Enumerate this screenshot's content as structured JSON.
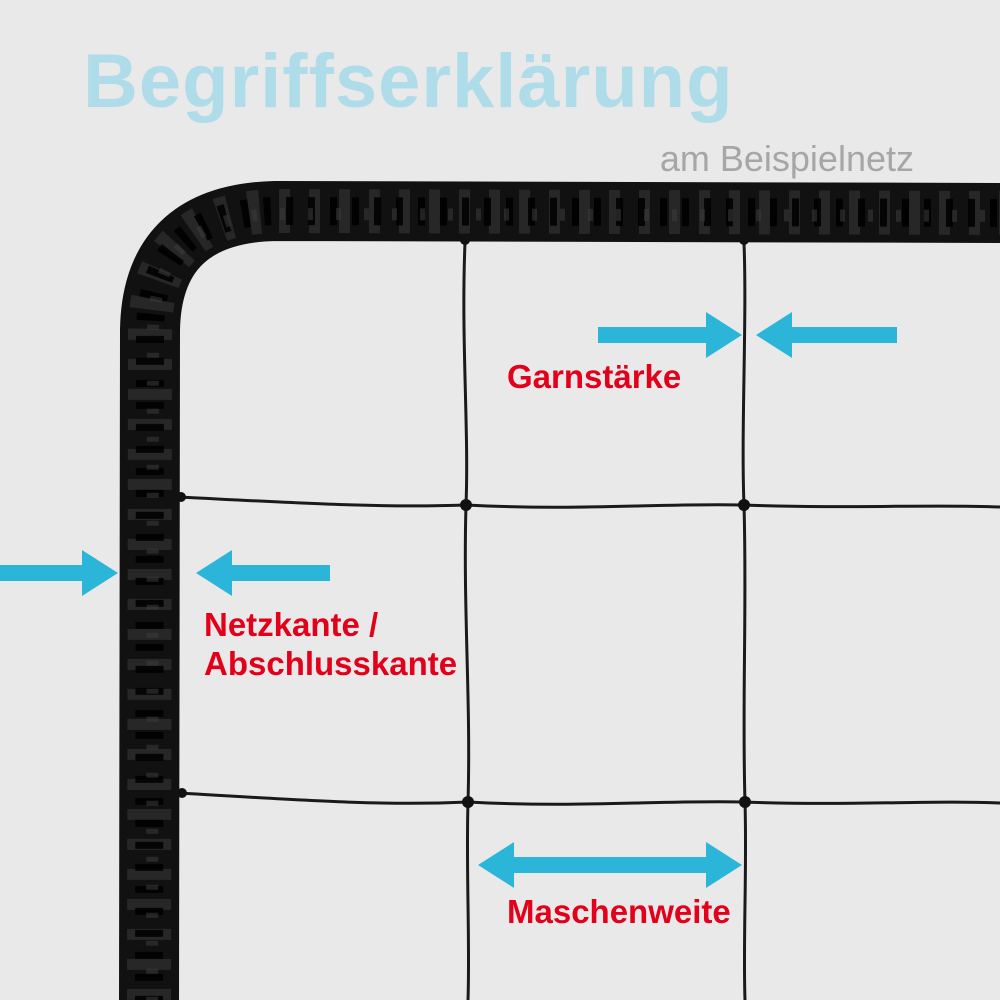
{
  "header": {
    "title": "Begriffserklärung",
    "subtitle": "am Beispielnetz"
  },
  "labels": {
    "garnstaerke": "Garnstärke",
    "netzkante": "Netzkante /\nAbschlusskante",
    "maschenweite": "Maschenweite"
  },
  "colors": {
    "accent": "#2bb6d9",
    "label": "#e2001a",
    "title": "#aedce9",
    "subtitle": "#a6a6a6",
    "background": "#e9e9ea",
    "net": "#111111"
  }
}
